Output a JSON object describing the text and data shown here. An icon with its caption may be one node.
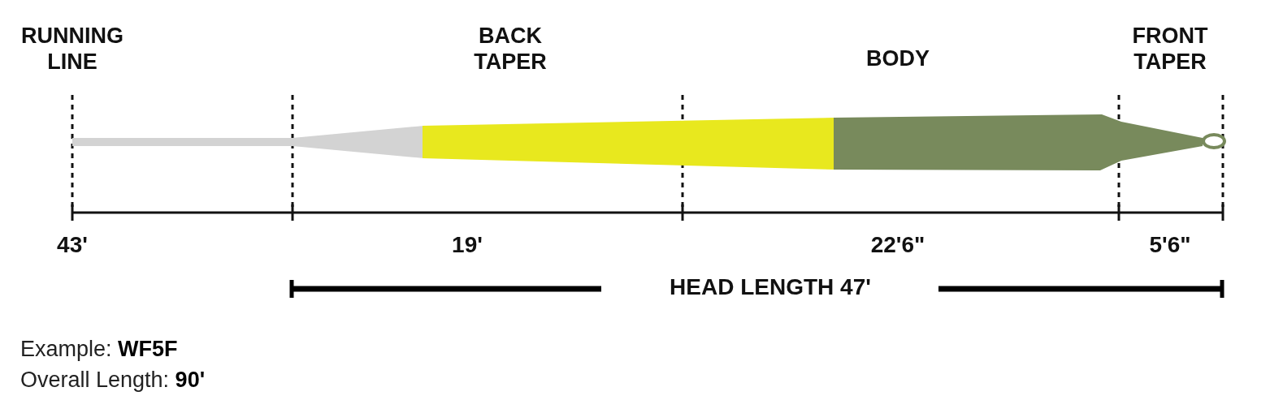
{
  "diagram": {
    "labels": [
      "RUNNING LINE",
      "BACK TAPER",
      "BODY",
      "FRONT TAPER",
      "43'",
      "19'",
      "22'6\"",
      "5'6\"",
      "HEAD LENGTH 47'",
      "Example: **WF5F**",
      "Overall Length: **90'**"
    ]
  }
}
